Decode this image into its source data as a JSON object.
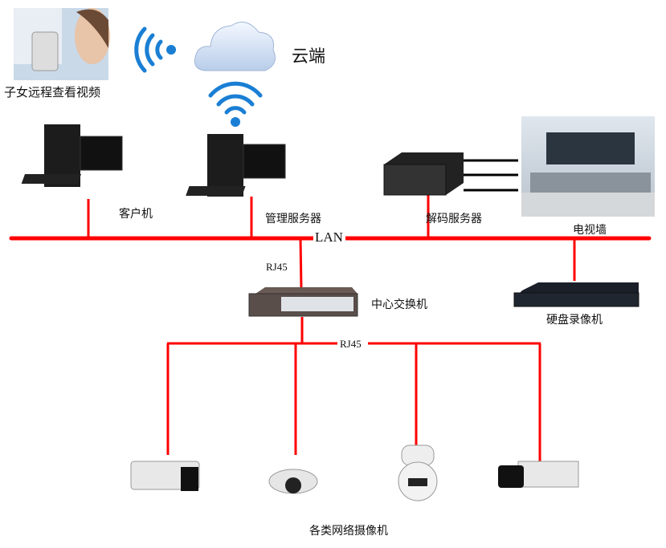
{
  "nodes": {
    "remote_viewer": "子女远程查看视频",
    "cloud": "云端",
    "client": "客户机",
    "management_server": "管理服务器",
    "decoder_server": "解码服务器",
    "tv_wall": "电视墙",
    "nvr": "硬盘录像机",
    "core_switch": "中心交换机",
    "cameras": "各类网络摄像机"
  },
  "links": {
    "lan": "LAN",
    "rj45_upper": "RJ45",
    "rj45_lower": "RJ45"
  },
  "colors": {
    "link": "#ff0000",
    "wifi": "#1a7fd4"
  }
}
